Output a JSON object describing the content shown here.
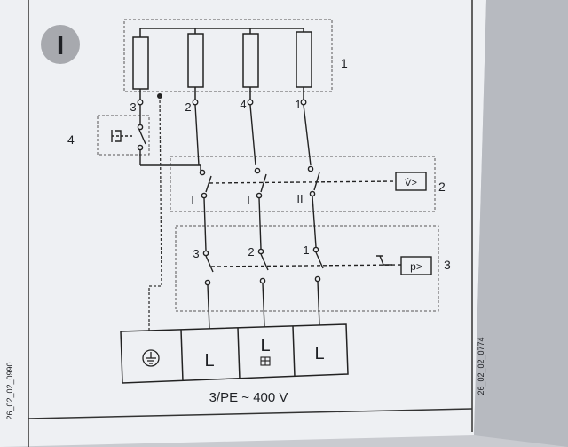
{
  "section_badge": "I",
  "side_codes": {
    "left": "26_02_02_0990",
    "right": "26_02_02_0774"
  },
  "callouts": {
    "heaters": "1",
    "flow_switch_group": "2",
    "pressure_switch_group": "3",
    "overheat_switch": "4"
  },
  "heater_terminals": [
    "3",
    "2",
    "4",
    "1"
  ],
  "flow_contacts": [
    "I",
    "I",
    "II"
  ],
  "flow_switch_symbol": "V̇>",
  "pressure_contacts": [
    "3",
    "2",
    "1"
  ],
  "pressure_switch_symbol": "p>",
  "terminal_block": {
    "pe_symbol": "earth-icon",
    "cells": [
      "L",
      "L",
      "L"
    ]
  },
  "supply_label": "3/PE ~ 400 V"
}
